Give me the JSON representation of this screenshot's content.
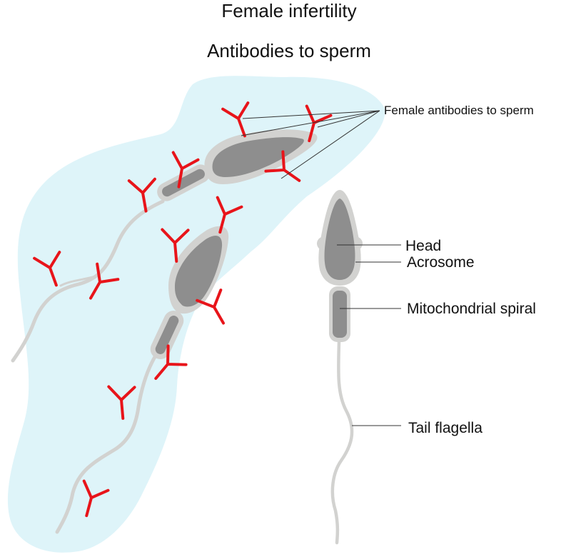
{
  "title": "Female infertility",
  "subtitle": "Antibodies to sperm",
  "labels": {
    "antibodies": "Female antibodies to sperm",
    "head": "Head",
    "acrosome": "Acrosome",
    "mitochondrial": "Mitochondrial spiral",
    "tail": "Tail flagella"
  },
  "colors": {
    "fluid": "#def4f9",
    "sperm_outline": "#d2d2d0",
    "sperm_fill": "#8e8e8e",
    "antibody": "#e8141a",
    "leader": "#333333"
  }
}
